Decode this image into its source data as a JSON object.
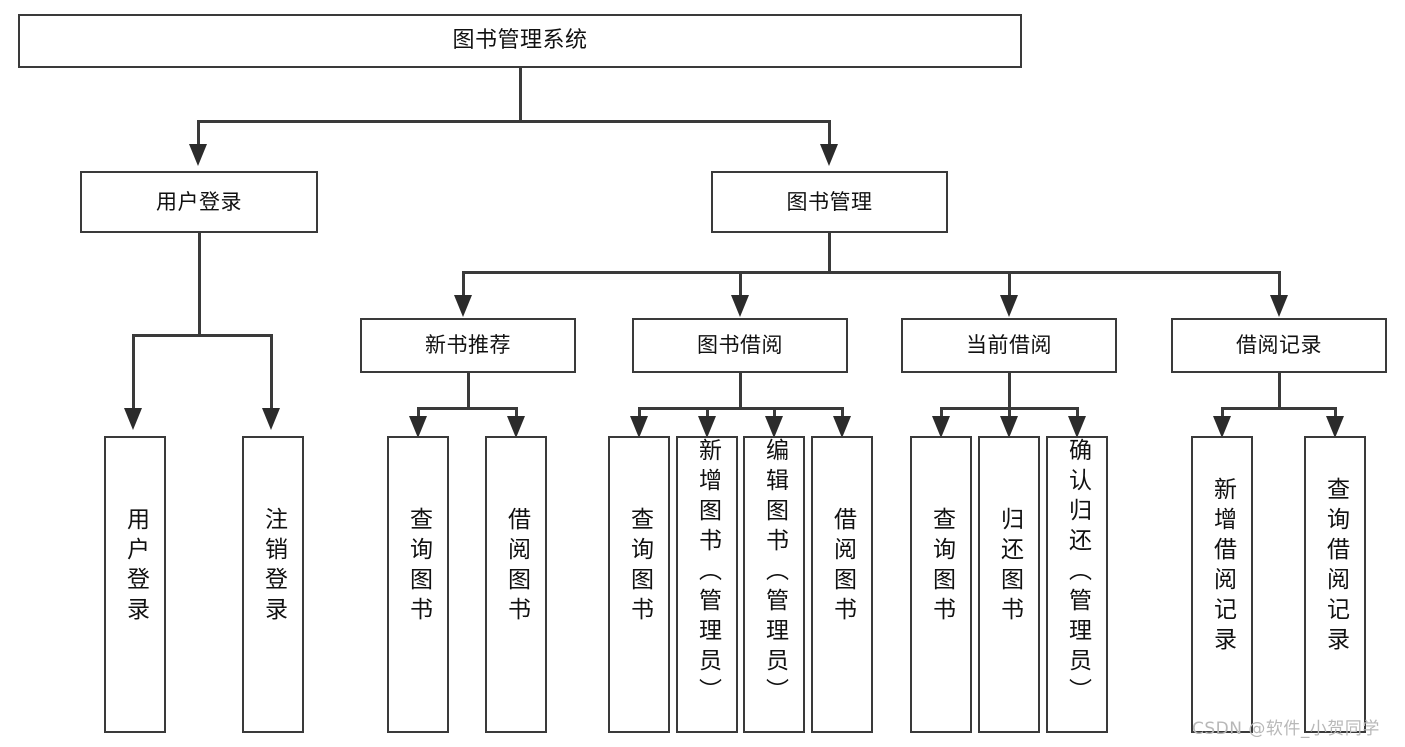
{
  "diagram": {
    "title": "图书管理系统",
    "watermark": "CSDN @软件_小贺同学",
    "levels": {
      "root": "图书管理系统",
      "level2": [
        "用户登录",
        "图书管理"
      ],
      "level3": [
        "新书推荐",
        "图书借阅",
        "当前借阅",
        "借阅记录"
      ]
    }
  },
  "nodes": {
    "root": {
      "label": "图书管理系统"
    },
    "n_user_login": {
      "label": "用户登录"
    },
    "n_book_manage": {
      "label": "图书管理"
    },
    "n_new_book_rec": {
      "label": "新书推荐"
    },
    "n_book_borrow": {
      "label": "图书借阅"
    },
    "n_current_borrow": {
      "label": "当前借阅"
    },
    "n_borrow_record": {
      "label": "借阅记录"
    },
    "l_user_login": {
      "label": "用户登录"
    },
    "l_user_logout": {
      "label": "注销登录"
    },
    "l_query_book_1": {
      "label": "查询图书"
    },
    "l_borrow_book_1": {
      "label": "借阅图书"
    },
    "l_query_book_2": {
      "label": "查询图书"
    },
    "l_add_book": {
      "label": "新增图书（管理员）"
    },
    "l_edit_book": {
      "label": "编辑图书（管理员）"
    },
    "l_borrow_book_2": {
      "label": "借阅图书"
    },
    "l_query_book_3": {
      "label": "查询图书"
    },
    "l_return_book": {
      "label": "归还图书"
    },
    "l_confirm_return": {
      "label": "确认归还（管理员）"
    },
    "l_add_record": {
      "label": "新增借阅记录"
    },
    "l_query_record": {
      "label": "查询借阅记录"
    }
  },
  "colors": {
    "border": "#3a3a3a",
    "text": "#111111",
    "background": "#ffffff",
    "watermark": "#b8b8b8"
  }
}
